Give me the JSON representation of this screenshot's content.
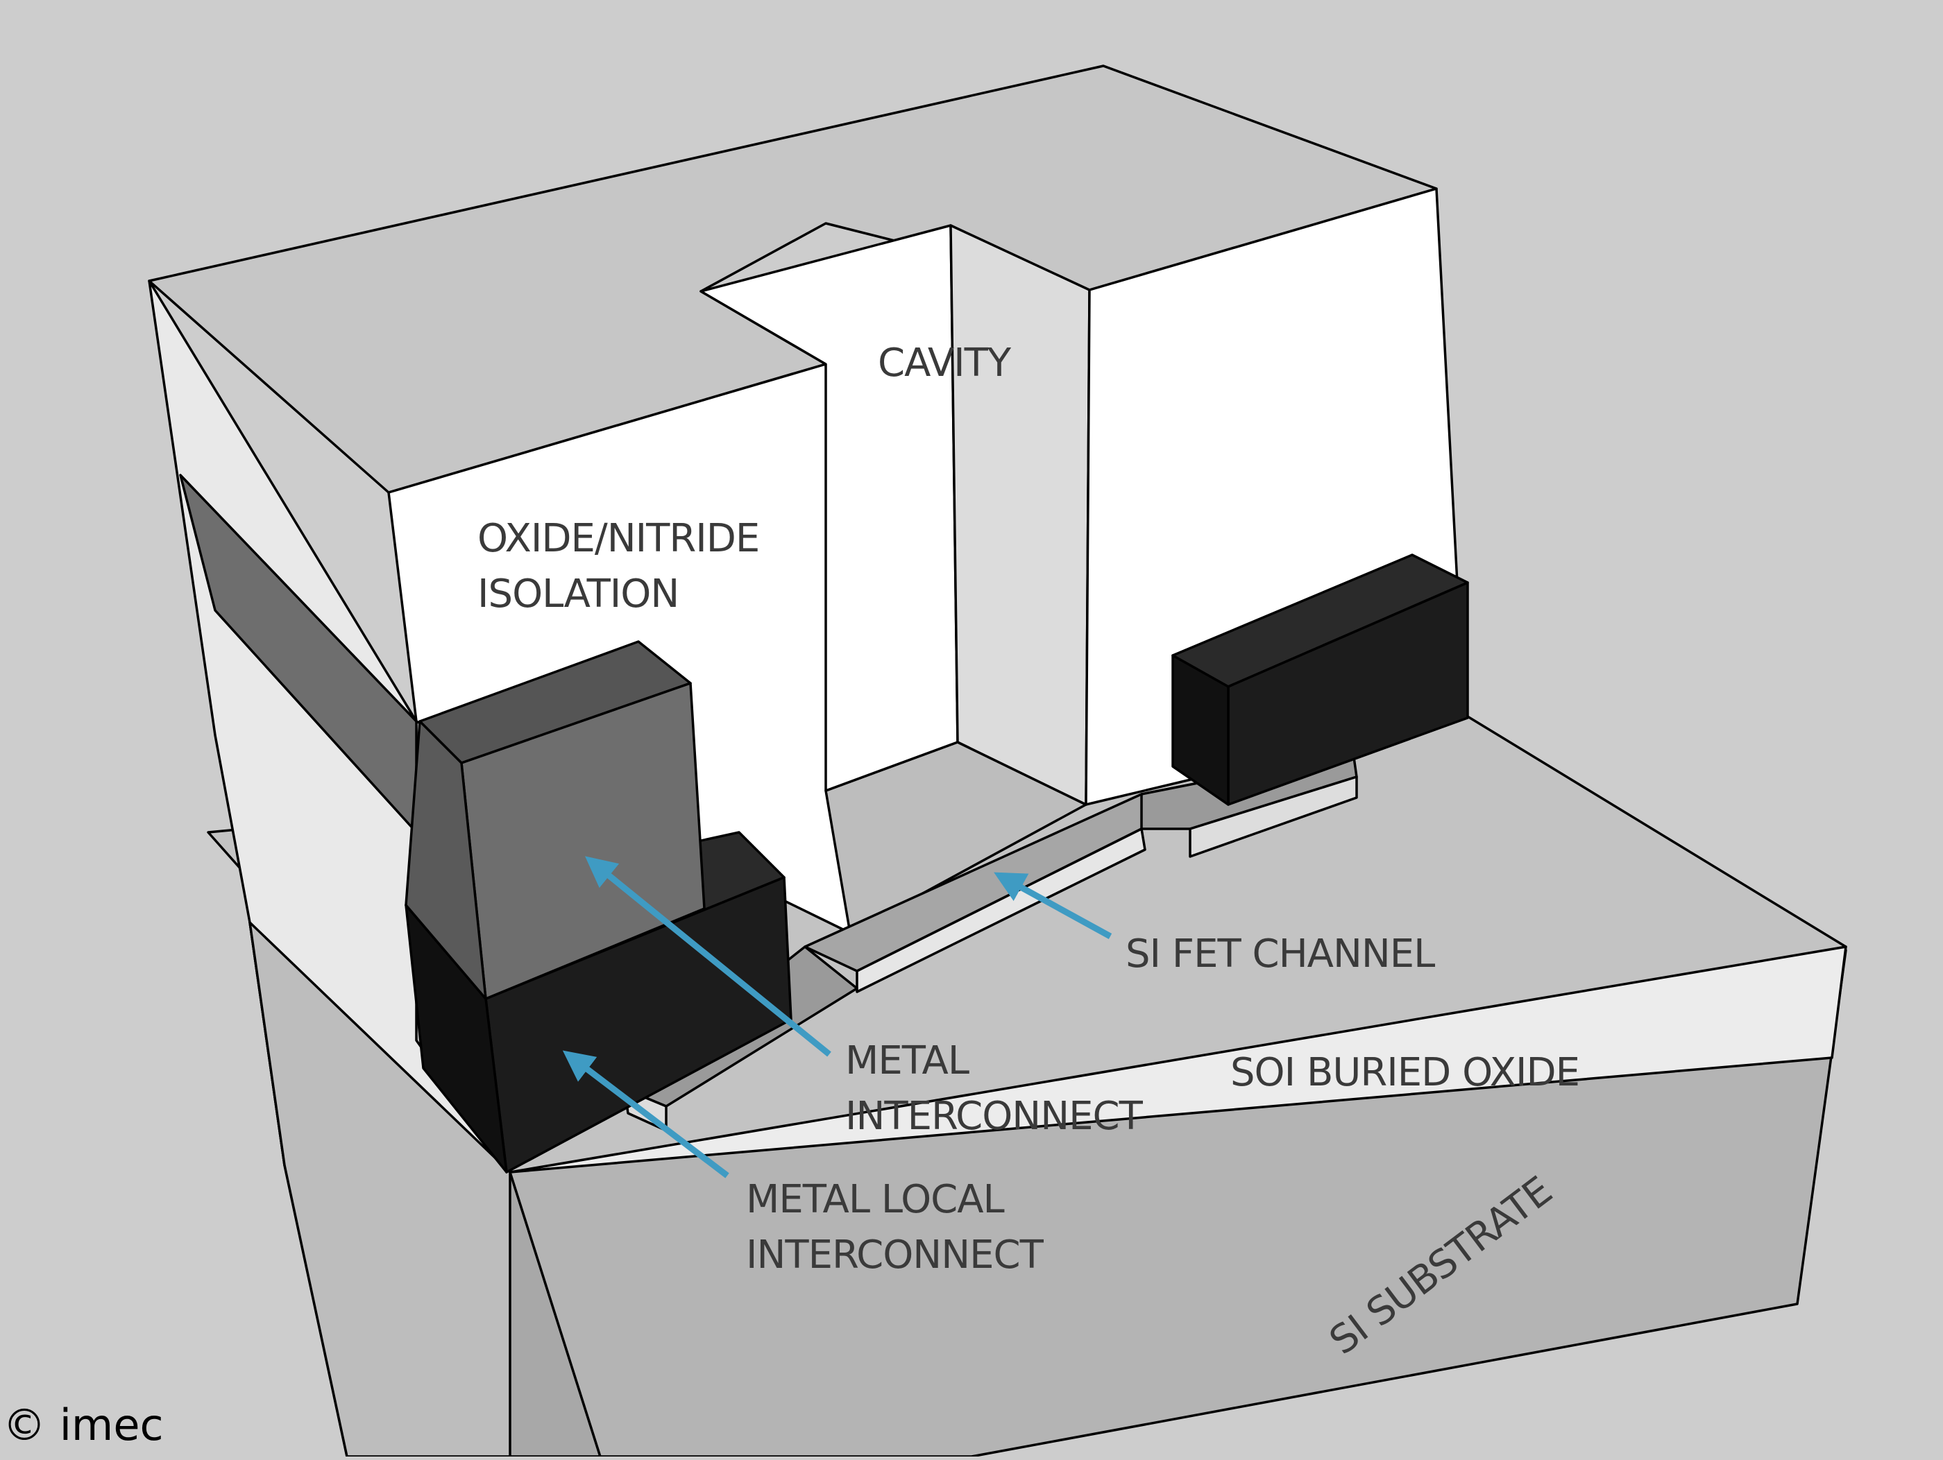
{
  "labels": {
    "cavity": "CAVITY",
    "isolation_line1": "OXIDE/NITRIDE",
    "isolation_line2": "ISOLATION",
    "channel": "SI FET CHANNEL",
    "metal_interconnect_line1": "METAL",
    "metal_interconnect_line2": "INTERCONNECT",
    "metal_local_line1": "METAL LOCAL",
    "metal_local_line2": "INTERCONNECT",
    "buried_oxide": "SOI BURIED OXIDE",
    "substrate": "SI SUBSTRATE"
  },
  "copyright": "© imec",
  "colors": {
    "background": "#cdcdcd",
    "isolation": "#ffffff",
    "metal_dark": "#1c1c1c",
    "metal_gray": "#6e6e6e",
    "buried_oxide": "#c3c3c3",
    "substrate": "#b4b4b4",
    "arrow": "#3f9bc3"
  }
}
